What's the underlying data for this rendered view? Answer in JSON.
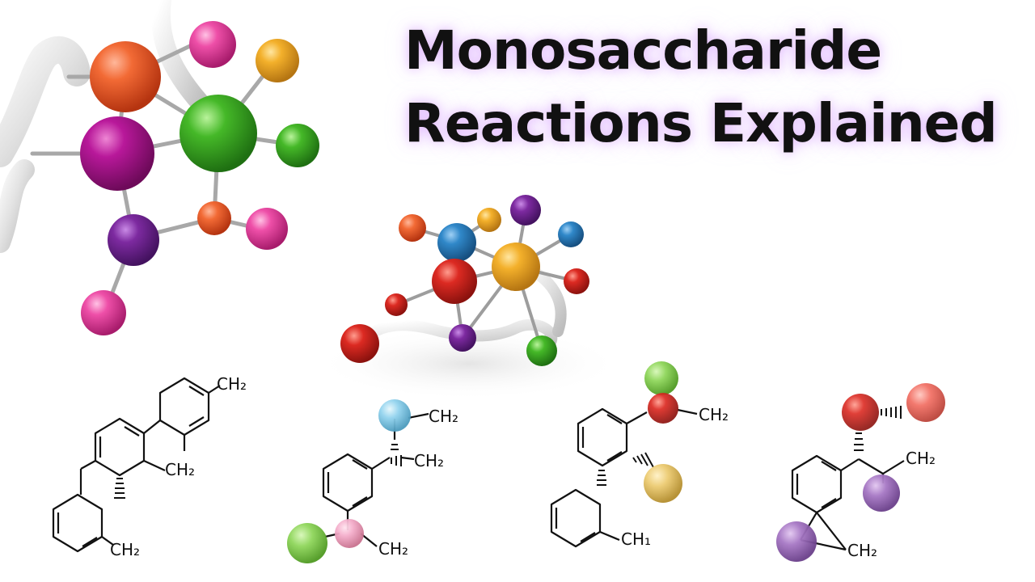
{
  "title": {
    "line1": "Monosaccharide",
    "line2": "Reactions Explained"
  },
  "structures": [
    {
      "labels": [
        "CH₂",
        "CH₂",
        "CH₂"
      ]
    },
    {
      "labels": [
        "CH₂",
        "CH₂",
        "CH₂"
      ]
    },
    {
      "labels": [
        "CH₂",
        "CH₁"
      ]
    },
    {
      "labels": [
        "CH₂",
        "CH₂"
      ]
    }
  ],
  "colors": {
    "title_text": "#111111",
    "title_glow": "#ce8cff",
    "atom_orange_red": "#ee5322",
    "atom_magenta": "#b0168f",
    "atom_green": "#3bb221",
    "atom_purple": "#7a2699",
    "atom_pink": "#ec4fa7",
    "atom_yellow": "#f0b12c",
    "atom_red": "#d8201f",
    "atom_blue": "#2f82c4",
    "atom_light_blue": "#8cd2ec"
  }
}
